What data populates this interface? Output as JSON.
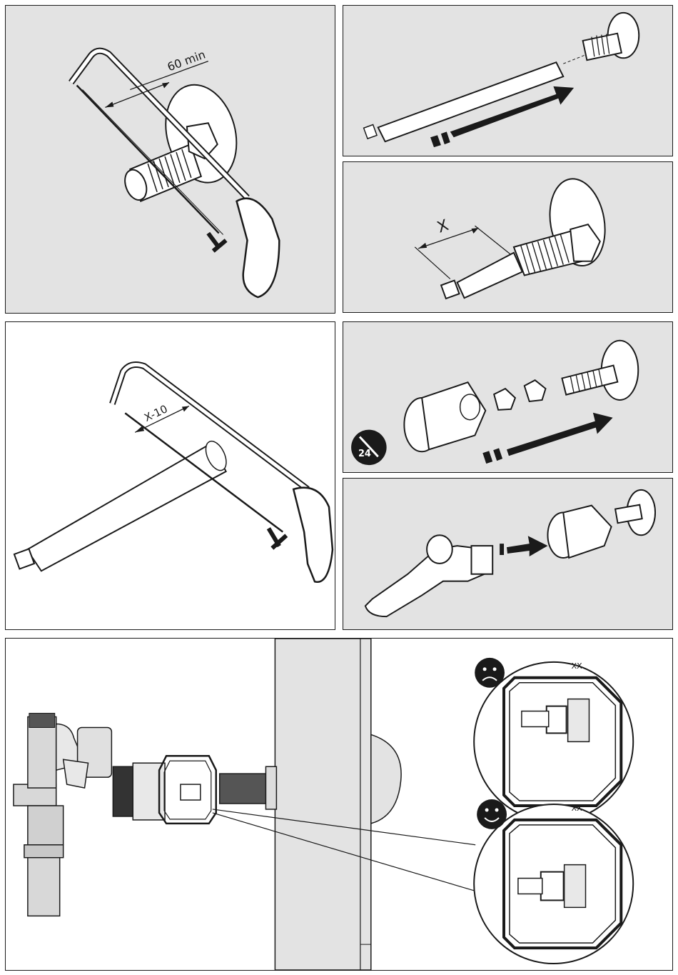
{
  "steps": {
    "cut_min": {
      "dimension_label": "60 min"
    },
    "insert_rod": {},
    "measure": {
      "dimension_label": "X"
    },
    "cut_rod": {
      "dimension_label": "X-10"
    },
    "tighten": {
      "wrench_size": "24"
    },
    "attach_valve": {}
  },
  "detail": {
    "wrong_icon": "sad-face-icon",
    "right_icon": "smiley-face-icon",
    "marks": "XX"
  },
  "colors": {
    "panel_gray": "#e3e3e3",
    "line": "#1a1a1a",
    "badge": "#1a1a1a"
  }
}
